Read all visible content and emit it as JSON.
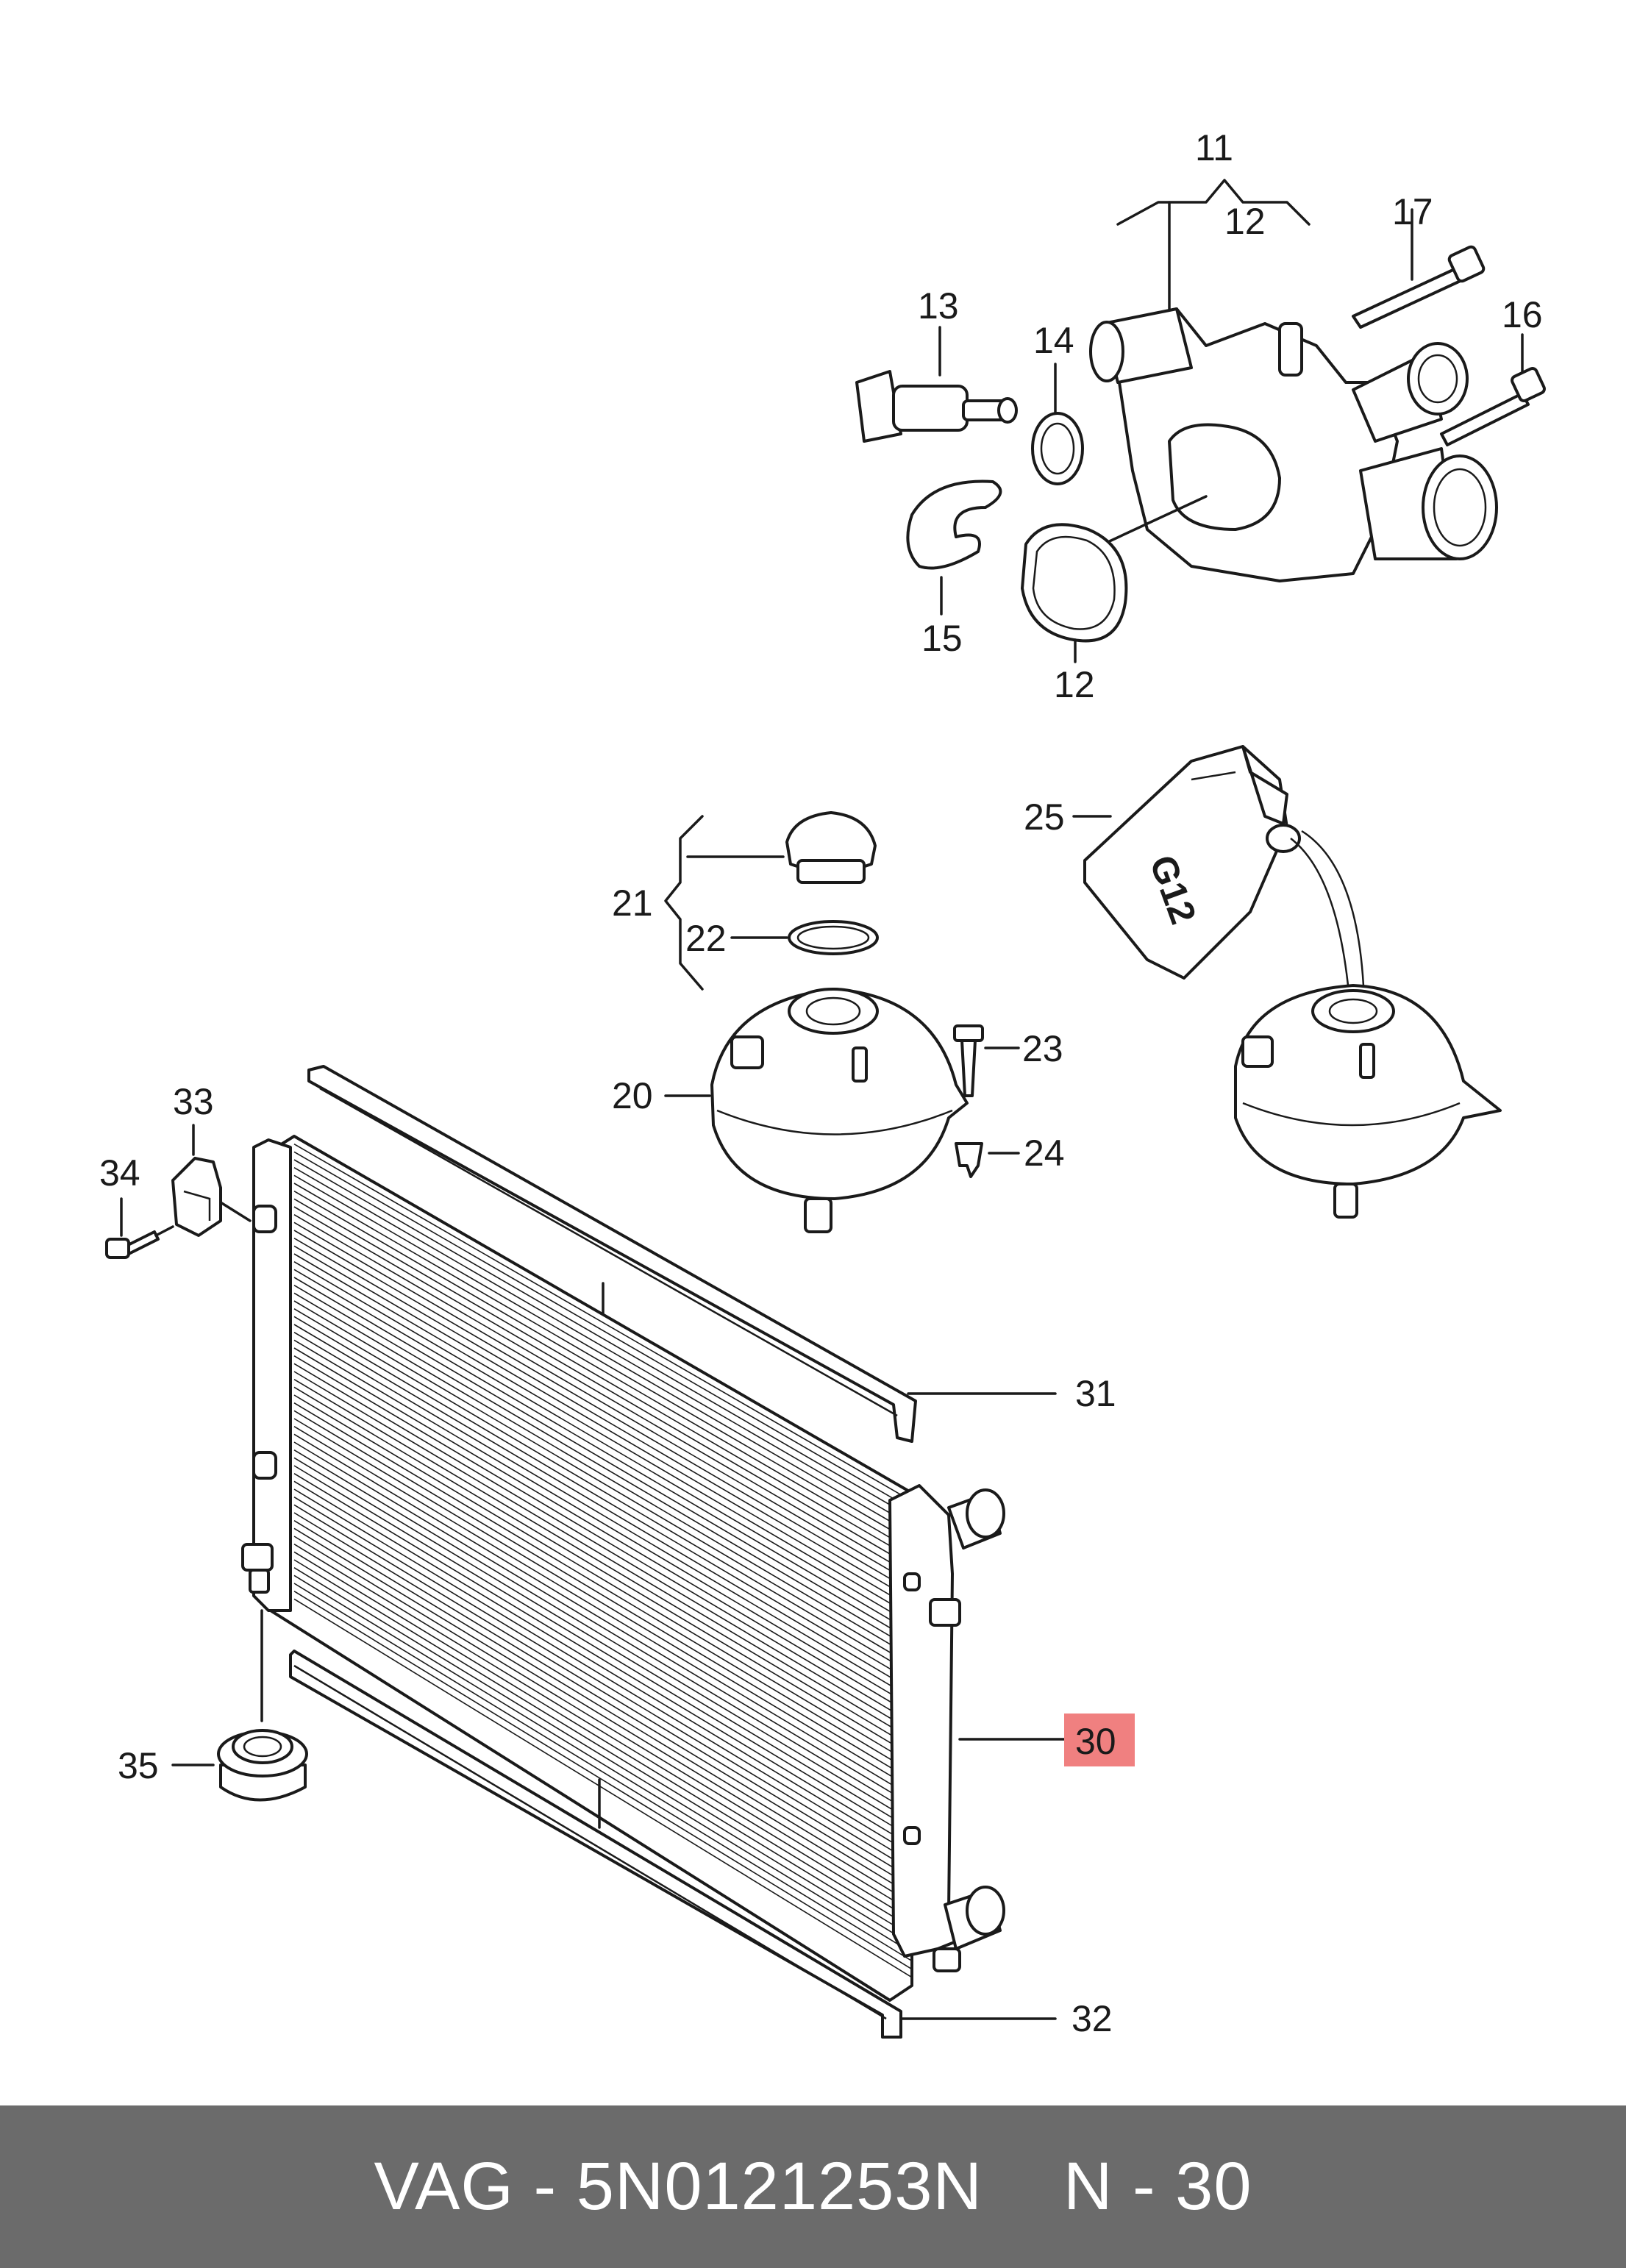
{
  "diagram": {
    "labels": [
      {
        "id": "11",
        "text": "11"
      },
      {
        "id": "12a",
        "text": "12"
      },
      {
        "id": "17",
        "text": "17"
      },
      {
        "id": "13",
        "text": "13"
      },
      {
        "id": "14",
        "text": "14"
      },
      {
        "id": "16",
        "text": "16"
      },
      {
        "id": "15",
        "text": "15"
      },
      {
        "id": "12b",
        "text": "12"
      },
      {
        "id": "25",
        "text": "25"
      },
      {
        "id": "21",
        "text": "21"
      },
      {
        "id": "22",
        "text": "22"
      },
      {
        "id": "23",
        "text": "23"
      },
      {
        "id": "20",
        "text": "20"
      },
      {
        "id": "24",
        "text": "24"
      },
      {
        "id": "33",
        "text": "33"
      },
      {
        "id": "34",
        "text": "34"
      },
      {
        "id": "31",
        "text": "31"
      },
      {
        "id": "30",
        "text": "30"
      },
      {
        "id": "35",
        "text": "35"
      },
      {
        "id": "32",
        "text": "32"
      }
    ],
    "highlight_color": "#f08080",
    "bottle_text": "G12"
  },
  "footer": {
    "part_ref": "VAG - 5N0121253N",
    "position": "N - 30"
  }
}
